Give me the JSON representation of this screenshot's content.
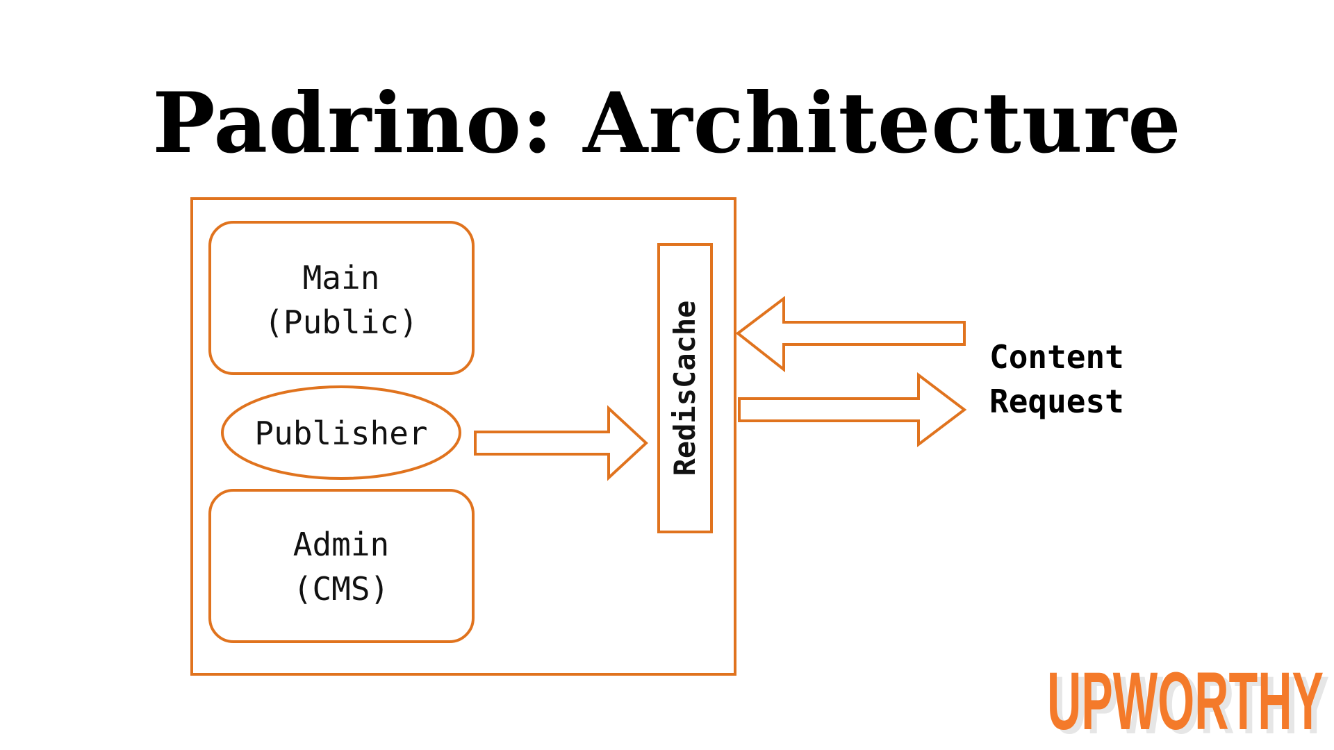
{
  "slide": {
    "title": "Padrino: Architecture"
  },
  "diagram": {
    "accent_color": "#E0731E",
    "nodes": {
      "main": {
        "line1": "Main",
        "line2": "(Public)"
      },
      "publisher": {
        "label": "Publisher"
      },
      "admin": {
        "line1": "Admin",
        "line2": "(CMS)"
      },
      "cache": {
        "label": "RedisCache"
      }
    },
    "external": {
      "line1": "Content",
      "line2": "Request"
    }
  },
  "logo": {
    "text": "UPWORTHY",
    "color": "#F47A2A"
  }
}
